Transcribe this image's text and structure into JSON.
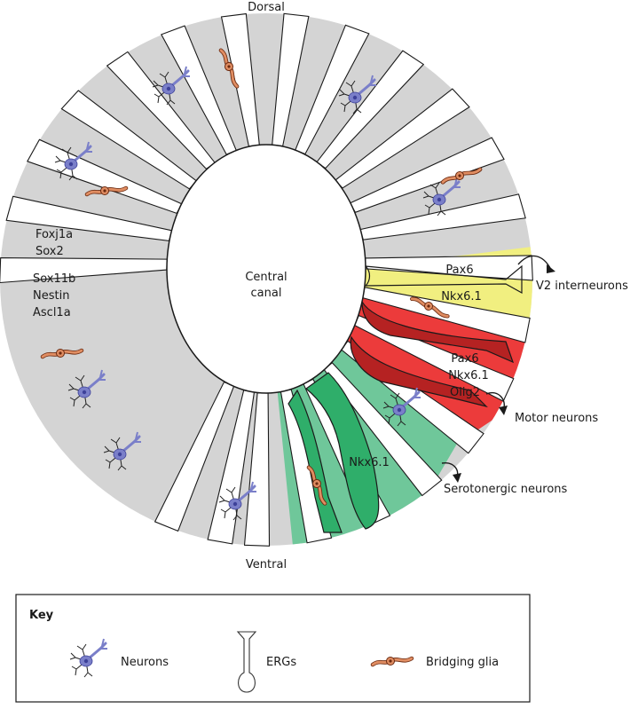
{
  "orientation": {
    "dorsal": "Dorsal",
    "ventral": "Ventral"
  },
  "center": {
    "line1": "Central",
    "line2": "canal"
  },
  "left_markers": {
    "group1": [
      "Foxj1a",
      "Sox2"
    ],
    "group2": [
      "Sox11b",
      "Nestin",
      "Ascl1a"
    ]
  },
  "domains": {
    "yellow": {
      "markers": [
        "Pax6",
        "Nkx6.1"
      ],
      "output": "V2 interneurons",
      "color": "#f1ef80"
    },
    "red": {
      "markers": [
        "Pax6",
        "Nkx6.1",
        "Olig2"
      ],
      "output": "Motor neurons",
      "color": "#ec3b3b",
      "dark": "#b52222"
    },
    "green": {
      "markers": [
        "Nkx6.1"
      ],
      "output": "Serotonergic neurons",
      "color": "#6fc79a",
      "dark": "#2fae6a"
    }
  },
  "colors": {
    "tissue": "#d4d4d4",
    "neuron": "#7a7fc9",
    "glia": "#d77a4e"
  },
  "key": {
    "title": "Key",
    "items": [
      {
        "icon": "neuron-icon",
        "label": "Neurons"
      },
      {
        "icon": "erg-icon",
        "label": "ERGs"
      },
      {
        "icon": "bridging-glia-icon",
        "label": "Bridging glia"
      }
    ]
  }
}
